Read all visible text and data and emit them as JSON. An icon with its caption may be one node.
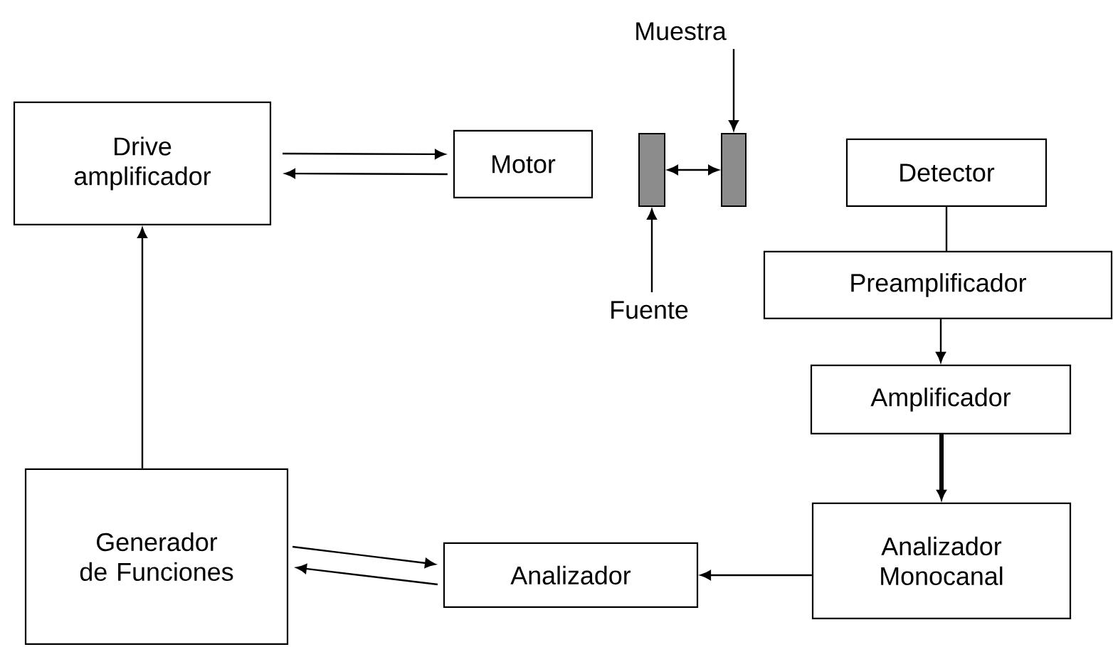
{
  "diagram": {
    "nodes": [
      {
        "text": [
          "Drive amplificador"
        ]
      },
      {
        "text": [
          "Motor"
        ]
      },
      {
        "text": [],
        "shape": "box"
      },
      {
        "text": [],
        "shape": "box"
      },
      {
        "text": [
          "Muestra"
        ]
      },
      {
        "text": [
          "Fuente"
        ]
      },
      {
        "text": [
          "Detector"
        ]
      },
      {
        "text": [
          "Preamplificador"
        ]
      },
      {
        "text": [
          "Amplificador"
        ]
      },
      {
        "text": [
          "Analizador Monocanal"
        ]
      },
      {
        "text": [
          "Analizador"
        ]
      },
      {
        "text": [
          "Generador de Funciones"
        ]
      }
    ],
    "edges": [
      {
        "from": 0,
        "to": 1,
        "arrow": "to"
      },
      {
        "from": 1,
        "to": 0,
        "arrow": "to"
      },
      {
        "from": 2,
        "to": 3,
        "arrow": "both"
      },
      {
        "from": 4,
        "to": 3,
        "arrow": "to"
      },
      {
        "from": 5,
        "to": 2,
        "arrow": "to"
      },
      {
        "from": 6,
        "to": 7,
        "arrow": "none"
      },
      {
        "from": 7,
        "to": 8,
        "arrow": "to"
      },
      {
        "from": 8,
        "to": 9,
        "arrow": "to",
        "style": "thick"
      },
      {
        "from": 9,
        "to": 10,
        "arrow": "to"
      },
      {
        "from": 11,
        "to": 10,
        "arrow": "to"
      },
      {
        "from": 10,
        "to": 11,
        "arrow": "to"
      },
      {
        "from": 11,
        "to": 0,
        "arrow": "to"
      }
    ]
  }
}
